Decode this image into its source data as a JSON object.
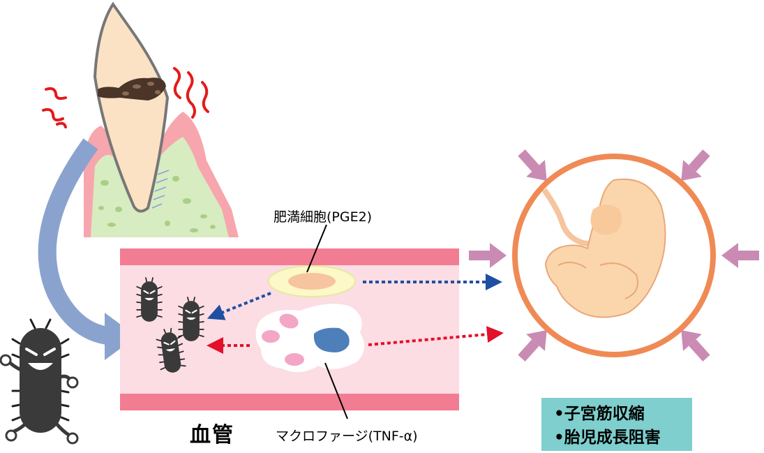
{
  "labels": {
    "mast_cell": "肥満細胞(PGE2)",
    "blood_vessel": "血管",
    "macrophage": "マクロファージ(TNF-α)"
  },
  "effects": [
    "•子宮筋収縮",
    "•胎児成長阻害"
  ],
  "colors": {
    "vessel_wall": "#f27d92",
    "vessel_inner": "#fbdde3",
    "gum": "#f7a6ad",
    "bone": "#d7ecc1",
    "big_arrow": "#8aa3ce",
    "blue_dotted": "#1f4fa3",
    "red_dotted": "#e3102a",
    "circle": "#f08a55",
    "fetus": "#fbd6ad",
    "pressure_arrow": "#c98bb3",
    "effects_box": "#7fcfcf",
    "bacteria": "#3a3a3a",
    "heat_wave": "#e51a1a"
  },
  "icons": [
    "tooth-icon",
    "bacteria-icon",
    "fetus-icon",
    "mast-cell-icon",
    "macrophage-icon"
  ]
}
